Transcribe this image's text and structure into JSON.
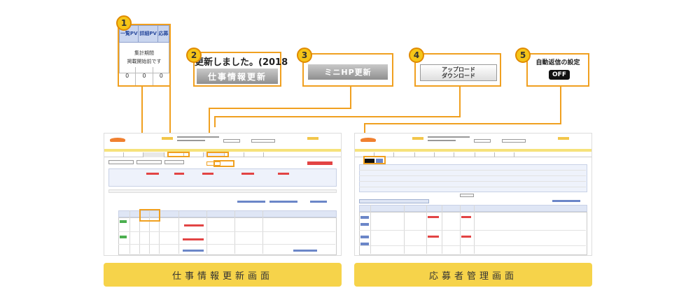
{
  "callouts": {
    "c1": {
      "number": "1",
      "headers": [
        "一覧PV",
        "詳細PV",
        "応募"
      ],
      "message_line1": "集計期間",
      "message_line2": "掲載開始前です",
      "values": [
        "0",
        "0",
        "0"
      ]
    },
    "c2": {
      "number": "2",
      "partial_text": "更新しました。(2018",
      "button_label": "仕事情報更新"
    },
    "c3": {
      "number": "3",
      "button_label": "ミニHP更新"
    },
    "c4": {
      "number": "4",
      "button_line1": "アップロード",
      "button_line2": "ダウンロード"
    },
    "c5": {
      "number": "5",
      "label": "自動返信の設定",
      "toggle": "OFF"
    }
  },
  "captions": {
    "left": "仕事情報更新画面",
    "right": "応募者管理画面"
  },
  "colors": {
    "accent": "#f0a020",
    "badge": "#f5c518",
    "caption_bg": "#f6d34a"
  }
}
